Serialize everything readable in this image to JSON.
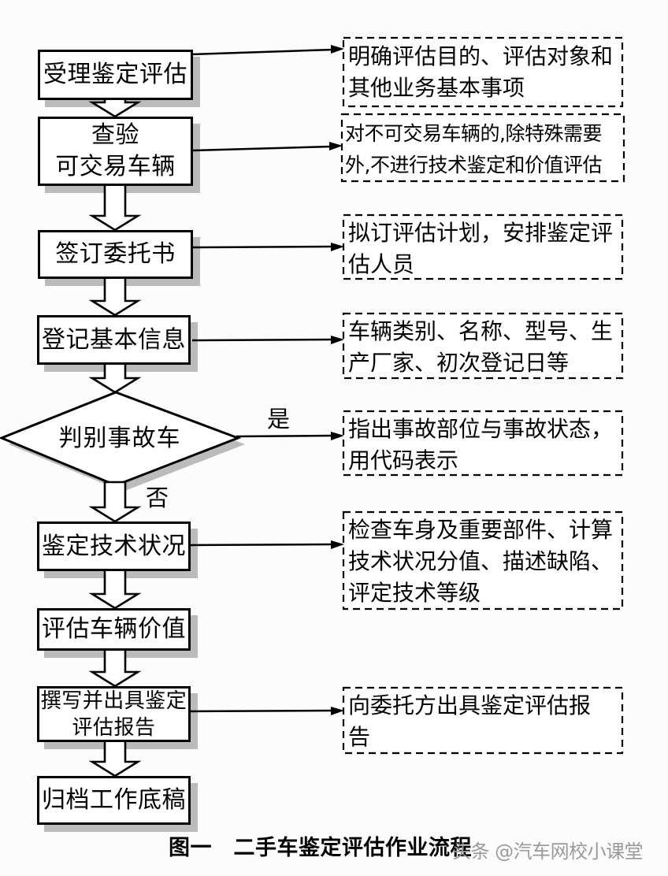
{
  "figure": {
    "caption": "图一　二手车鉴定评估作业流程",
    "watermark": "头条 @汽车网校小课堂"
  },
  "flow": {
    "steps": [
      {
        "id": "accept",
        "type": "process",
        "label": "受理鉴定评估"
      },
      {
        "id": "check-tradeable",
        "type": "process",
        "label": "查验\n可交易车辆"
      },
      {
        "id": "sign-contract",
        "type": "process",
        "label": "签订委托书"
      },
      {
        "id": "register-info",
        "type": "process",
        "label": "登记基本信息"
      },
      {
        "id": "judge-accident",
        "type": "decision",
        "label": "判别事故车"
      },
      {
        "id": "appraise-technical",
        "type": "process",
        "label": "鉴定技术状况"
      },
      {
        "id": "evaluate-value",
        "type": "process",
        "label": "评估车辆价值"
      },
      {
        "id": "write-report",
        "type": "process",
        "label": "撰写并出具鉴定\n评估报告"
      },
      {
        "id": "archive",
        "type": "process",
        "label": "归档工作底稿"
      }
    ],
    "branch_labels": {
      "yes": "是",
      "no": "否"
    },
    "notes": [
      {
        "id": "note-purpose",
        "text": "明确评估目的、评估对象和\n其他业务基本事项"
      },
      {
        "id": "note-untradeable",
        "text": "对不可交易车辆的,除特殊需要\n外,不进行技术鉴定和价值评估"
      },
      {
        "id": "note-plan",
        "text": "拟订评估计划，安排鉴定评\n估人员"
      },
      {
        "id": "note-vehicle-info",
        "text": "车辆类别、名称、型号、生\n产厂家、初次登记日等"
      },
      {
        "id": "note-accident-code",
        "text": "指出事故部位与事故状态，\n用代码表示"
      },
      {
        "id": "note-tech-check",
        "text": "检查车身及重要部件、计算\n技术状况分值、描述缺陷、\n评定技术等级"
      },
      {
        "id": "note-deliver",
        "text": "向委托方出具鉴定评估报\n告"
      }
    ]
  },
  "colors": {
    "background": "#fcfcfc",
    "box_fill": "#ffffff",
    "box_border": "#000000",
    "shadow": "#bbbbbb",
    "watermark_text": "#9a9a9a"
  }
}
